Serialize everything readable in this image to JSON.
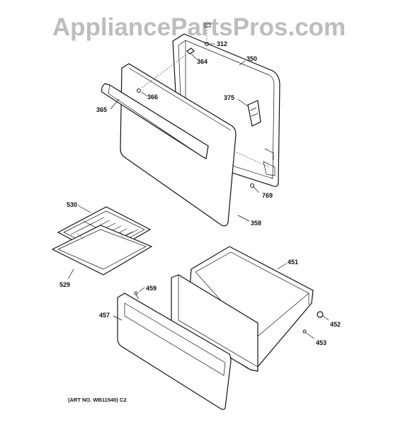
{
  "watermark": "AppliancePartsPros.com",
  "art_number": "(ART NO. WB11540) C2",
  "callouts": {
    "p312": "312",
    "p350": "350",
    "p364": "364",
    "p366": "366",
    "p375": "375",
    "p365": "365",
    "p769": "769",
    "p358": "358",
    "p530": "530",
    "p529": "529",
    "p451": "451",
    "p459": "459",
    "p457": "457",
    "p452": "452",
    "p453": "453"
  }
}
